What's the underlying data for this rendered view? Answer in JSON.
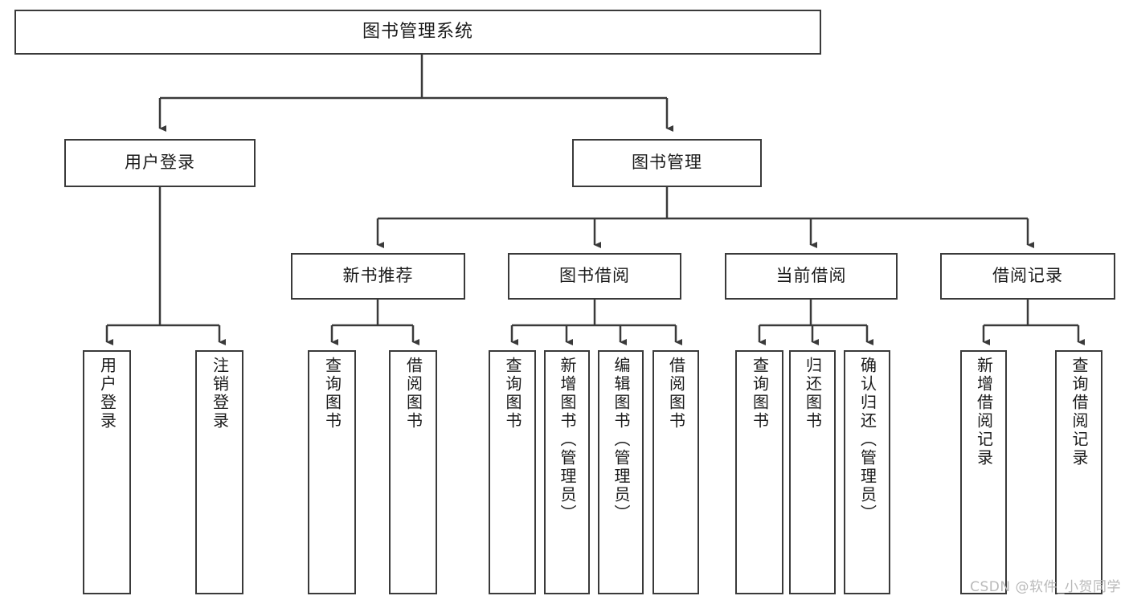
{
  "diagram": {
    "title": "图书管理系统",
    "type": "hierarchy-tree",
    "watermark": "CSDN @软件_小贺同学",
    "colors": {
      "box_border": "#3a3a3a",
      "box_fill": "#ffffff",
      "line": "#3a3a3a",
      "text": "#1b1b1b",
      "watermark": "#b9b9b9"
    },
    "root": {
      "label": "图书管理系统"
    },
    "level2": [
      {
        "label": "用户登录"
      },
      {
        "label": "图书管理"
      }
    ],
    "level3": [
      {
        "label": "新书推荐"
      },
      {
        "label": "图书借阅"
      },
      {
        "label": "当前借阅"
      },
      {
        "label": "借阅记录"
      }
    ],
    "leaves": {
      "user_login": [
        {
          "label": "用户登录"
        },
        {
          "label": "注销登录"
        }
      ],
      "new_book_recommend": [
        {
          "label": "查询图书"
        },
        {
          "label": "借阅图书"
        }
      ],
      "book_borrow": [
        {
          "label": "查询图书"
        },
        {
          "label": "新增图书（管理员）"
        },
        {
          "label": "编辑图书（管理员）"
        },
        {
          "label": "借阅图书"
        }
      ],
      "current_borrow": [
        {
          "label": "查询图书"
        },
        {
          "label": "归还图书"
        },
        {
          "label": "确认归还（管理员）"
        }
      ],
      "borrow_record": [
        {
          "label": "新增借阅记录"
        },
        {
          "label": "查询借阅记录"
        }
      ]
    }
  }
}
